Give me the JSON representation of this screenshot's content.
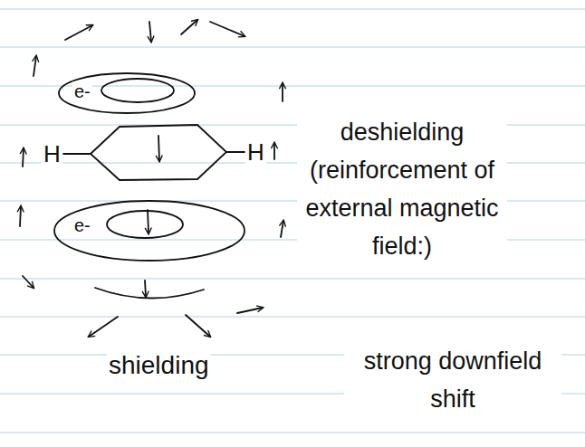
{
  "diagram": {
    "labels": [
      "e-",
      "H",
      "H",
      "e-",
      "deshielding (reinforcement of external magnetic field:)",
      "shielding",
      "strong downfield shift"
    ]
  }
}
